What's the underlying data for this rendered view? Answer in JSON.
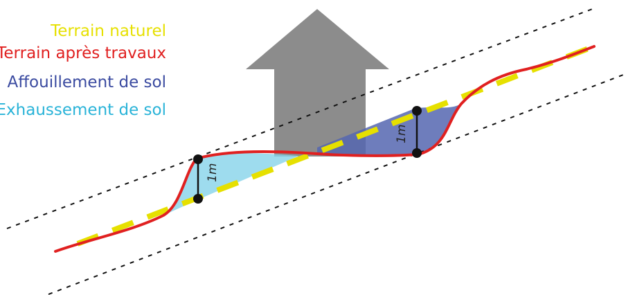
{
  "legend": [
    {
      "label": "Terrain naturel",
      "color": "#e6e000"
    },
    {
      "label": "Terrain après travaux",
      "color": "#e02020"
    },
    {
      "label": "Affouillement de sol",
      "color": "#3a4aa0"
    },
    {
      "label": "Exhaussement de sol",
      "color": "#29b3d8"
    }
  ],
  "dimensions": {
    "left_label": "1m",
    "right_label": "1m"
  },
  "colors": {
    "house": "#8c8c8c",
    "natural_terrain": "#e6e000",
    "terrain_after_works": "#e02020",
    "excavation_fill": "#5566b0",
    "embankment_fill": "#86d3ea",
    "guide_line": "#111111"
  }
}
